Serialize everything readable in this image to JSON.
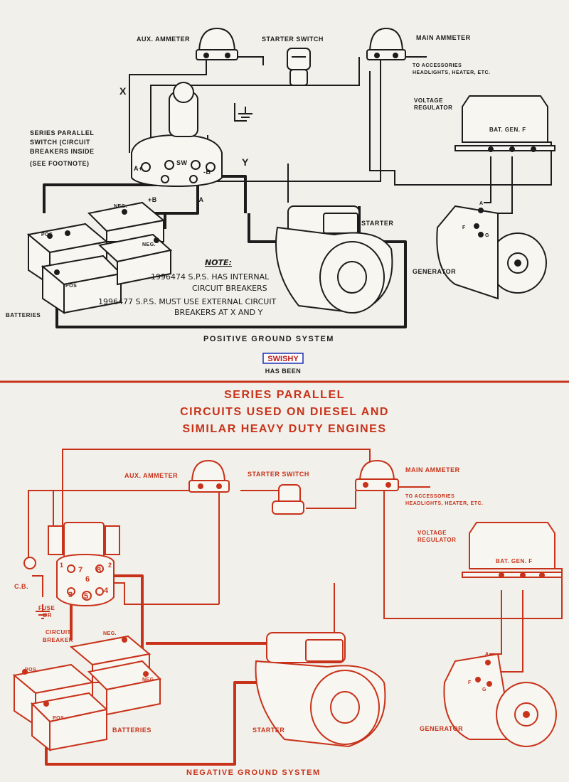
{
  "colors": {
    "background": "#f1f0ea",
    "top_ink": "#1c1c1c",
    "bottom_ink": "#c8321a",
    "divider": "#c8321a",
    "logo_blue": "#1f2fb0",
    "logo_red": "#c01818"
  },
  "top": {
    "aux_ammeter": "AUX. AMMETER",
    "starter_switch": "STARTER SWITCH",
    "main_ammeter": "MAIN AMMETER",
    "accessories_1": "TO ACCESSORIES",
    "accessories_2": "HEADLIGHTS, HEATER, ETC.",
    "x_mark": "X",
    "y_mark": "Y",
    "sps_1": "SERIES PARALLEL",
    "sps_2": "SWITCH (CIRCUIT",
    "sps_3": "BREAKERS INSIDE",
    "sps_4": "(SEE FOOTNOTE)",
    "voltage": "VOLTAGE",
    "regulator": "REGULATOR",
    "reg_terminals": "BAT. GEN. F",
    "term_a_plus": "A+",
    "term_sw": "SW",
    "term_minus_b": "-B",
    "term_plus_b": "+B",
    "term_minus_a": "-A",
    "neg": "NEG.",
    "pos": "POS",
    "starter": "STARTER",
    "generator": "GENERATOR",
    "gen_a": "A",
    "gen_f": "F",
    "gen_g": "G",
    "note_title": "NOTE:",
    "note_1": "1996474 S.P.S. HAS INTERNAL",
    "note_2": "CIRCUIT BREAKERS",
    "note_3": "1996477 S.P.S. MUST USE EXTERNAL CIRCUIT",
    "note_4": "BREAKERS AT X AND Y",
    "batteries": "BATTERIES",
    "system": "POSITIVE GROUND SYSTEM"
  },
  "logo": {
    "line1": "SWISHY",
    "line2": "HAS BEEN"
  },
  "bottom": {
    "title_1": "SERIES PARALLEL",
    "title_2": "CIRCUITS USED ON DIESEL AND",
    "title_3": "SIMILAR HEAVY DUTY ENGINES",
    "aux_ammeter": "AUX. AMMETER",
    "starter_switch": "STARTER SWITCH",
    "main_ammeter": "MAIN AMMETER",
    "accessories_1": "TO ACCESSORIES",
    "accessories_2": "HEADLIGHTS, HEATER, ETC.",
    "voltage": "VOLTAGE",
    "regulator": "REGULATOR",
    "reg_terminals": "BAT. GEN. F",
    "cb": "C.B.",
    "fuse": "FUSE",
    "or": "OR",
    "circuit": "CIRCUIT",
    "breaker": "BREAKER",
    "neg": "NEG.",
    "neg_2": "NEG",
    "pos": "POS",
    "pos_2": "POS.",
    "batteries": "BATTERIES",
    "starter": "STARTER",
    "generator": "GENERATOR",
    "gen_a": "A",
    "gen_f": "F",
    "gen_g": "G",
    "t7": "7",
    "t8": "8",
    "t6": "6",
    "t3": "3",
    "t5": "5",
    "t4": "4",
    "t1": "1",
    "t2": "2",
    "system": "NEGATIVE GROUND SYSTEM"
  }
}
